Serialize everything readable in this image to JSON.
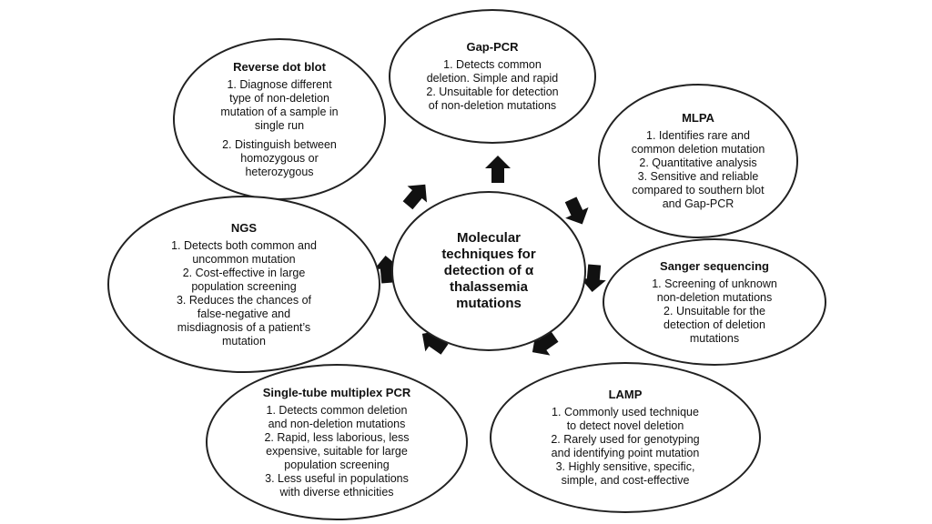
{
  "center": {
    "lines": [
      "Molecular",
      "techniques for",
      "detection of α",
      "thalassemia",
      "mutations"
    ]
  },
  "nodes": {
    "reverse_dot_blot": {
      "title": "Reverse dot blot",
      "points": [
        [
          "1. Diagnose different",
          "type of non-deletion",
          "mutation of a sample in",
          "single run"
        ],
        [
          "2. Distinguish between",
          "homozygous or",
          "heterozygous"
        ]
      ]
    },
    "gap_pcr": {
      "title": "Gap-PCR",
      "points": [
        [
          "1. Detects common",
          "deletion. Simple and rapid"
        ],
        [
          "2. Unsuitable for detection",
          "of non-deletion mutations"
        ]
      ]
    },
    "mlpa": {
      "title": "MLPA",
      "points": [
        [
          "1. Identifies rare and",
          "common deletion mutation"
        ],
        [
          "2. Quantitative analysis"
        ],
        [
          "3. Sensitive and reliable",
          "compared to southern blot",
          "and Gap-PCR"
        ]
      ]
    },
    "ngs": {
      "title": "NGS",
      "points": [
        [
          "1. Detects both common and",
          "uncommon mutation"
        ],
        [
          "2. Cost-effective in large",
          "population screening"
        ],
        [
          "3. Reduces the chances of",
          "false-negative and",
          "misdiagnosis of a patient’s",
          "mutation"
        ]
      ]
    },
    "sanger": {
      "title": "Sanger sequencing",
      "points": [
        [
          "1. Screening of unknown",
          "non-deletion mutations"
        ],
        [
          "2. Unsuitable for the",
          "detection of deletion",
          "mutations"
        ]
      ]
    },
    "single_tube": {
      "title": "Single-tube multiplex PCR",
      "points": [
        [
          "1. Detects common deletion",
          "and non-deletion mutations"
        ],
        [
          "2. Rapid, less laborious, less",
          "expensive, suitable for large",
          "population screening"
        ],
        [
          "3. Less useful in populations",
          "with diverse ethnicities"
        ]
      ]
    },
    "lamp": {
      "title": "LAMP",
      "points": [
        [
          "1. Commonly used technique",
          "to detect novel deletion"
        ],
        [
          "2. Rarely used for genotyping",
          "and identifying point mutation"
        ],
        [
          "3. Highly sensitive, specific,",
          "simple, and cost-effective"
        ]
      ]
    }
  }
}
